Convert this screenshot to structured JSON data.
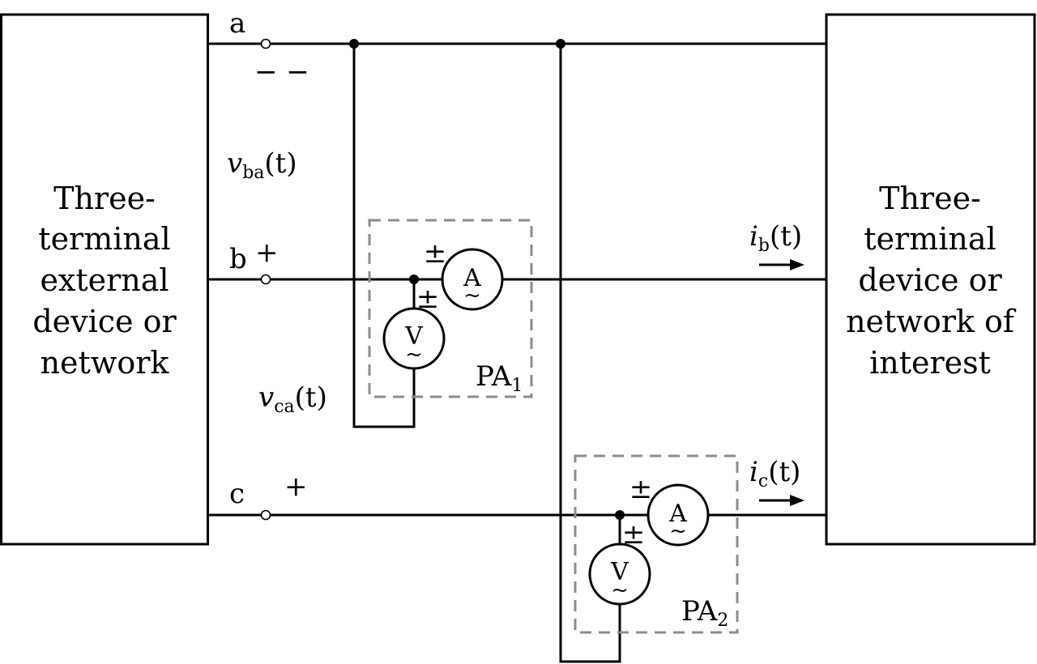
{
  "left_block": {
    "lines": [
      "Three-",
      "terminal",
      "external",
      "device or",
      "network"
    ]
  },
  "right_block": {
    "lines": [
      "Three-",
      "terminal",
      "device or",
      "network of",
      "interest"
    ]
  },
  "terminals": {
    "a": "a",
    "b": "b",
    "c": "c"
  },
  "polarity": {
    "a_minus": "− −",
    "b_plus": "+",
    "c_plus": "+"
  },
  "voltages": {
    "vba": {
      "sym": "v",
      "sub": "ba",
      "arg": "(t)"
    },
    "vca": {
      "sym": "v",
      "sub": "ca",
      "arg": "(t)"
    }
  },
  "currents": {
    "ib": {
      "sym": "i",
      "sub": "b",
      "arg": "(t)"
    },
    "ic": {
      "sym": "i",
      "sub": "c",
      "arg": "(t)"
    }
  },
  "meters": {
    "ammeter": "A",
    "voltmeter": "V",
    "ac_symbol": "~",
    "pm": "±"
  },
  "analyzers": {
    "pa1": {
      "name": "PA",
      "sub": "1"
    },
    "pa2": {
      "name": "PA",
      "sub": "2"
    }
  }
}
